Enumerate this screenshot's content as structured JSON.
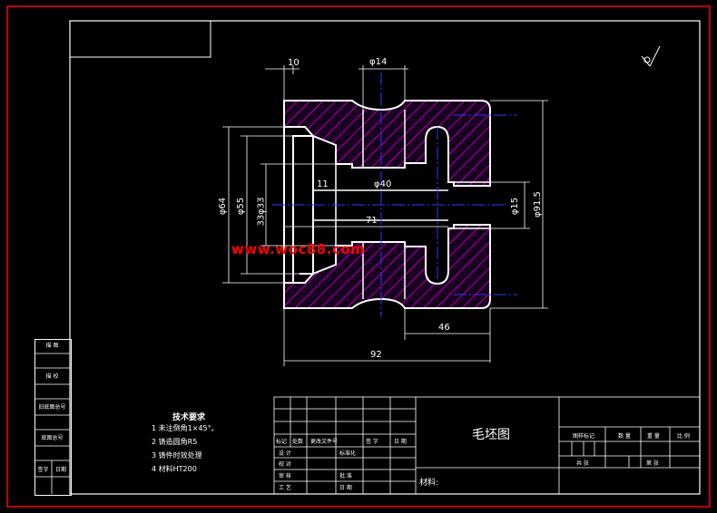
{
  "colors": {
    "background": "#000000",
    "frame": "#ffffff",
    "outer_border": "#ff0000",
    "part_outline": "#ffffff",
    "hatch": "#ff00ff",
    "center_lines": "#2b3cff",
    "watermark": "#ff0000"
  },
  "drawing": {
    "dimensions": {
      "top_left": "10",
      "top_dia": "φ14",
      "left_outer": "φ64",
      "left_mid": "φ55",
      "left_inner": "33φ33",
      "inner_short": "11",
      "bore": "φ40",
      "right_small": "φ15",
      "right_outer": "φ91.5",
      "length_inner": "71",
      "bottom_right": "46",
      "bottom_total": "92"
    },
    "watermark": "www.woc88.com",
    "roughness_symbol": "surface-roughness-symbol"
  },
  "tech_req": {
    "title": "技术要求",
    "items": [
      "1 未注倒角1×45°。",
      "2 铸造圆角R5",
      "3 铸件时效处理",
      "4 材料HT200"
    ]
  },
  "left_strip": {
    "rows": [
      "描 图",
      "描 校",
      "旧底图总号",
      "底图总号",
      "签字",
      "日期"
    ]
  },
  "title_block": {
    "drawing_name": "毛坯图",
    "material_label": "材料:",
    "header_row": [
      "标记",
      "处数",
      "更改文件号",
      "签 字",
      "日 期"
    ],
    "sign_rows": [
      "设 计",
      "校 对",
      "审 核",
      "工 艺"
    ],
    "std_label": "标准化",
    "approve_label": "批 准",
    "date_label": "日 期",
    "right_header": [
      "图样标记",
      "数 量",
      "重 量",
      "比 例"
    ],
    "sheet_labels": [
      "共 张",
      "第 张"
    ]
  }
}
